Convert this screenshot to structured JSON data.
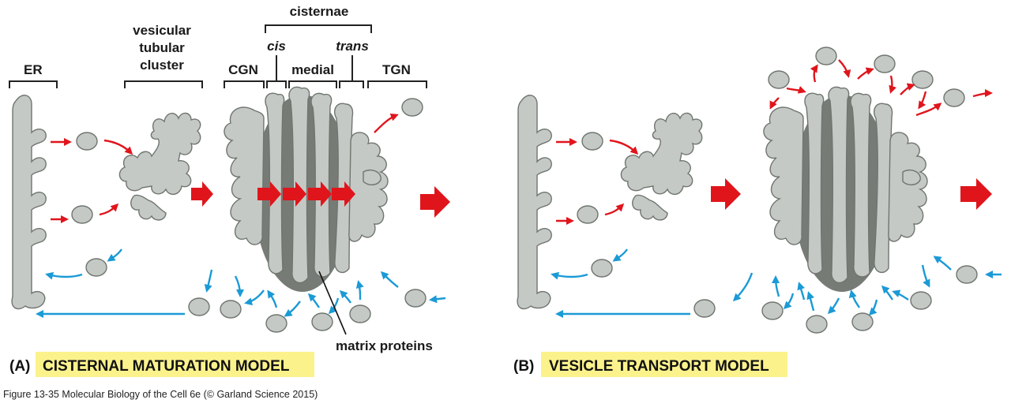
{
  "labels": {
    "er": "ER",
    "vtc": [
      "vesicular",
      "tubular",
      "cluster"
    ],
    "cisternae": "cisternae",
    "cgn": "CGN",
    "cis": "cis",
    "medial": "medial",
    "trans": "trans",
    "tgn": "TGN",
    "matrix_proteins": "matrix proteins"
  },
  "panel_a": {
    "letter": "(A)",
    "title": "CISTERNAL MATURATION MODEL"
  },
  "panel_b": {
    "letter": "(B)",
    "title": "VESICLE TRANSPORT MODEL"
  },
  "caption": "Figure 13-35  Molecular Biology of the Cell 6e (© Garland Science 2015)",
  "colors": {
    "membrane": "#c5c9c5",
    "membrane_outline": "#6f756f",
    "matrix": "#767b76",
    "anterograde_arrow": "#e0151c",
    "retrograde_arrow": "#1b9ad6",
    "title_highlight": "#fbf28c"
  }
}
